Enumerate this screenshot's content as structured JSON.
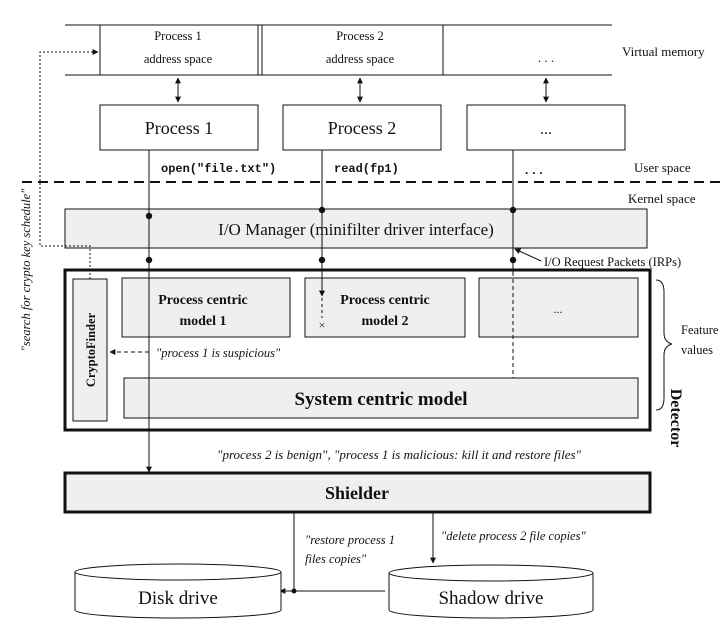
{
  "virtual_memory": {
    "process1_line1": "Process 1",
    "process1_line2": "address space",
    "process2_line1": "Process 2",
    "process2_line2": "address space",
    "ellipsis": ". . .",
    "label": "Virtual memory"
  },
  "processes": {
    "p1": "Process 1",
    "p2": "Process 2",
    "more": "..."
  },
  "syscalls": {
    "open": "open(\"file.txt\")",
    "read": "read(fp1)",
    "more": "..."
  },
  "spaces": {
    "user": "User space",
    "kernel": "Kernel space"
  },
  "io_manager": "I/O Manager (minifilter driver interface)",
  "irp_label": "I/O Request Packets (IRPs)",
  "detector": {
    "label": "Detector",
    "model1_line1": "Process centric",
    "model1_line2": "model 1",
    "model2_line1": "Process centric",
    "model2_line2": "model 2",
    "model_more": "...",
    "system_model": "System centric model",
    "feature_line1": "Feature",
    "feature_line2": "values"
  },
  "cryptofinder": "CryptoFinder",
  "search_note": "\"search for crypto key schedule\"",
  "suspicious_note": "\"process 1 is suspicious\"",
  "verdict_note": "\"process 2 is benign\", \"process 1 is malicious: kill it and restore files\"",
  "shielder": "Shielder",
  "restore_note_line1": "\"restore process 1",
  "restore_note_line2": "files copies\"",
  "delete_note": "\"delete process 2 file copies\"",
  "drives": {
    "disk": "Disk drive",
    "shadow": "Shadow drive"
  },
  "colors": {
    "box_fill": "#efefef",
    "line": "#111111"
  }
}
